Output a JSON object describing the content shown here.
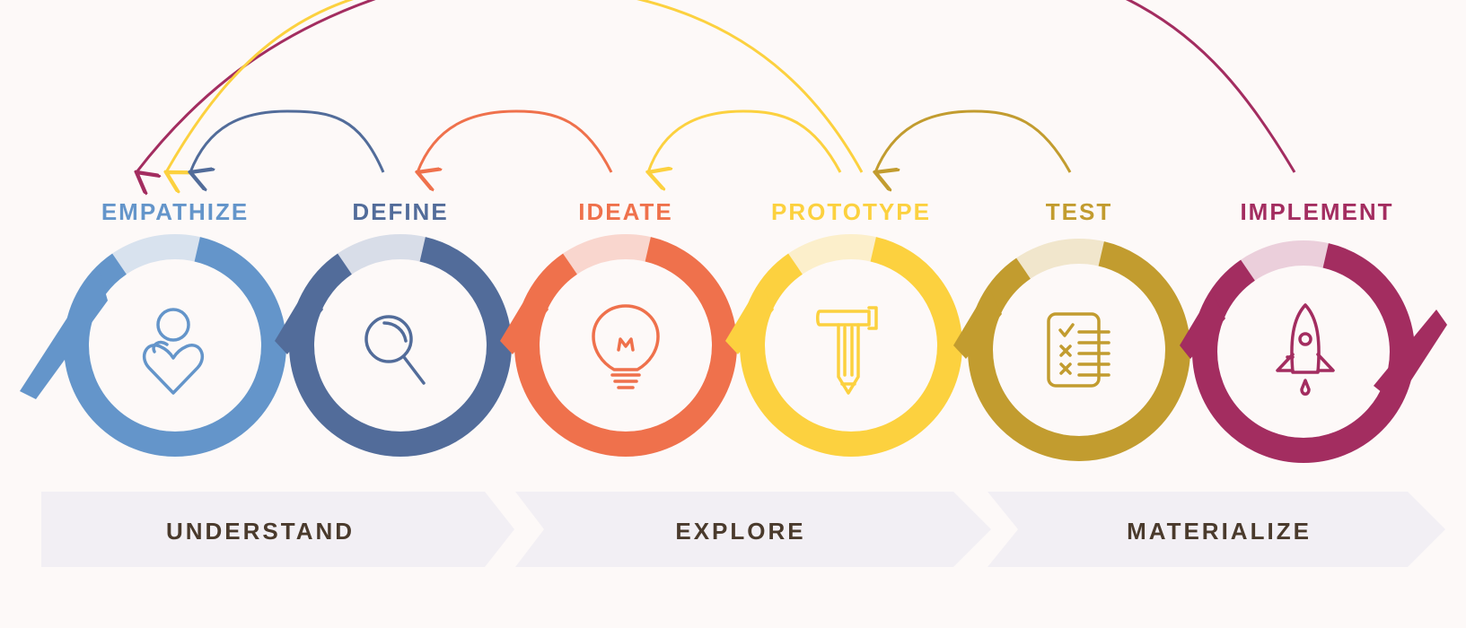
{
  "colors": {
    "background": "#fdf9f8",
    "band": "#f2eff4",
    "phase_text": "#4a3a2c",
    "empathize": "#6495ca",
    "define": "#526c9a",
    "ideate": "#ef714c",
    "prototype": "#fcd13f",
    "test": "#c29c2f",
    "implement": "#a32d60"
  },
  "stages": [
    {
      "key": "empathize",
      "label": "EMPATHIZE",
      "icon": "person-heart-icon"
    },
    {
      "key": "define",
      "label": "DEFINE",
      "icon": "magnifier-icon"
    },
    {
      "key": "ideate",
      "label": "IDEATE",
      "icon": "lightbulb-icon"
    },
    {
      "key": "prototype",
      "label": "PROTOTYPE",
      "icon": "hammer-pencil-icon"
    },
    {
      "key": "test",
      "label": "TEST",
      "icon": "checklist-icon"
    },
    {
      "key": "implement",
      "label": "IMPLEMENT",
      "icon": "rocket-icon"
    }
  ],
  "phases": [
    {
      "label": "UNDERSTAND"
    },
    {
      "label": "EXPLORE"
    },
    {
      "label": "MATERIALIZE"
    }
  ]
}
